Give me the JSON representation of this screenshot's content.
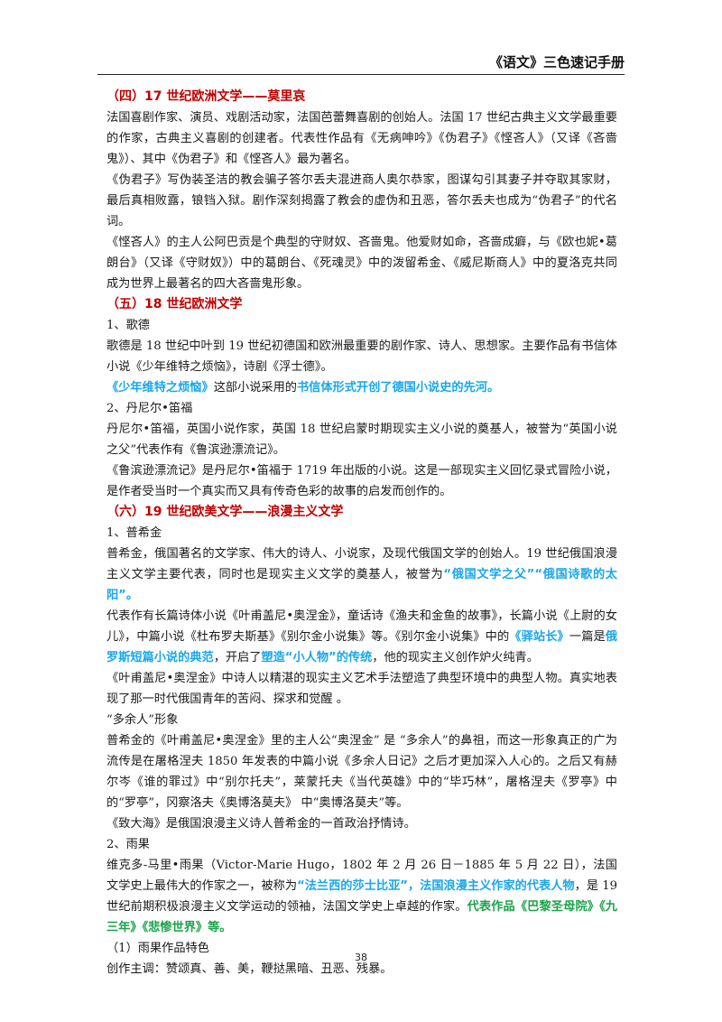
{
  "header": {
    "title": "《语文》三色速记手册"
  },
  "page_number": "38",
  "sections": {
    "s4": {
      "heading": "（四）17 世纪欧洲文学——莫里哀",
      "p1": "法国喜剧作家、演员、戏剧活动家，法国芭蕾舞喜剧的创始人。法国 17 世纪古典主义文学最重要的作家，古典主义喜剧的创建者。代表性作品有《无病呻吟》《伪君子》《悭吝人》（又译《吝啬鬼》）、其中《伪君子》和《悭吝人》最为著名。",
      "p2": "《伪君子》写伪装圣洁的教会骗子答尔丢夫混进商人奥尔恭家，图谋勾引其妻子并夺取其家财，最后真相败露，锒铛入狱。剧作深刻揭露了教会的虚伪和丑恶，答尔丢夫也成为“伪君子”的代名词。",
      "p3": "《悭吝人》的主人公阿巴贡是个典型的守财奴、吝啬鬼。他爱财如命，吝啬成癖，与《欧也妮•葛朗台》（又译《守财奴》）中的葛朗台、《死魂灵》中的泼留希金、《威尼斯商人》中的夏洛克共同成为世界上最著名的四大吝啬鬼形象。"
    },
    "s5": {
      "heading": "（五）18 世纪欧洲文学",
      "goethe_title": "1、歌德",
      "goethe_p": "歌德是 18 世纪中叶到 19 世纪初德国和欧洲最重要的剧作家、诗人、思想家。主要作品有书信体小说《少年维特之烦恼》，诗剧《浮士德》。",
      "werther_a": "《少年维特之烦恼》",
      "werther_b": "这部小说采用的",
      "werther_c": "书信体形式开创了德国小说史的先河。",
      "defoe_title": "2、丹尼尔•笛福",
      "defoe_p1": "丹尼尔•笛福，英国小说作家，英国 18 世纪启蒙时期现实主义小说的奠基人，被誉为“英国小说之父”代表作有《鲁滨逊漂流记》。",
      "defoe_p2": "《鲁滨逊漂流记》是丹尼尔•笛福于 1719 年出版的小说。这是一部现实主义回忆录式冒险小说，是作者受当时一个真实而又具有传奇色彩的故事的启发而创作的。"
    },
    "s6": {
      "heading": "（六）19 世纪欧美文学——浪漫主义文学",
      "pushkin_title": "1、普希金",
      "pushkin_p1a": "普希金，俄国著名的文学家、伟大的诗人、小说家，及现代俄国文学的创始人。19 世纪俄国浪漫主义文学主要代表，同时也是现实主义文学的奠基人，被誉为",
      "pushkin_p1b": "“俄国文学之父”“俄国诗歌的太阳”。",
      "pushkin_p2a": "代表作有长篇诗体小说《叶甫盖尼•奥涅金》，童话诗《渔夫和金鱼的故事》，长篇小说《上尉的女儿》，中篇小说《杜布罗夫斯基》《别尔金小说集》等。《别尔金小说集》中的",
      "pushkin_p2b": "《驿站长》",
      "pushkin_p2c": "一篇是",
      "pushkin_p2d": "俄罗斯短篇小说的典范",
      "pushkin_p2e": "，开启了",
      "pushkin_p2f": "塑造“小人物”的传统",
      "pushkin_p2g": "，他的现实主义创作炉火纯青。",
      "pushkin_p3": "《叶甫盖尼•奥涅金》中诗人以精湛的现实主义艺术手法塑造了典型环境中的典型人物。真实地表现了那一时代俄国青年的苦闷、探求和觉醒 。",
      "superfluous_title": "“多余人”形象",
      "superfluous_p1": "普希金的《叶甫盖尼•奥涅金》里的主人公“奥涅金” 是 “多余人”的鼻祖，而这一形象真正的广为流传是在屠格涅夫 1850 年发表的中篇小说《多余人日记》之后才更加深入人心的。之后又有赫尔岑《谁的罪过》中“别尔托夫”，莱蒙托夫《当代英雄》中的“毕巧林”，屠格涅夫《罗亭》中的“罗亭”，冈察洛夫《奥博洛莫夫》 中“奥博洛莫夫”等。",
      "superfluous_p2": "《致大海》是俄国浪漫主义诗人普希金的一首政治抒情诗。",
      "hugo_title": "2、雨果",
      "hugo_p1a": "维克多-马里•雨果（Victor-Marie Hugo，1802 年 2 月 26 日－1885 年 5 月 22 日），法国文学史上最伟大的作家之一，被称为",
      "hugo_p1b": "“法兰西的莎士比亚”，法国浪漫主义作家的代表人物",
      "hugo_p1c": "，是 19 世纪前期积极浪漫主义文学运动的领袖，法国文学史上卓越的作家。",
      "hugo_p1d": "代表作品《巴黎圣母院》《九三年》《悲惨世界》等。",
      "hugo_sub": "（1）雨果作品特色",
      "hugo_theme": "创作主调：赞颂真、善、美，鞭挞黑暗、丑恶、残暴。"
    }
  }
}
